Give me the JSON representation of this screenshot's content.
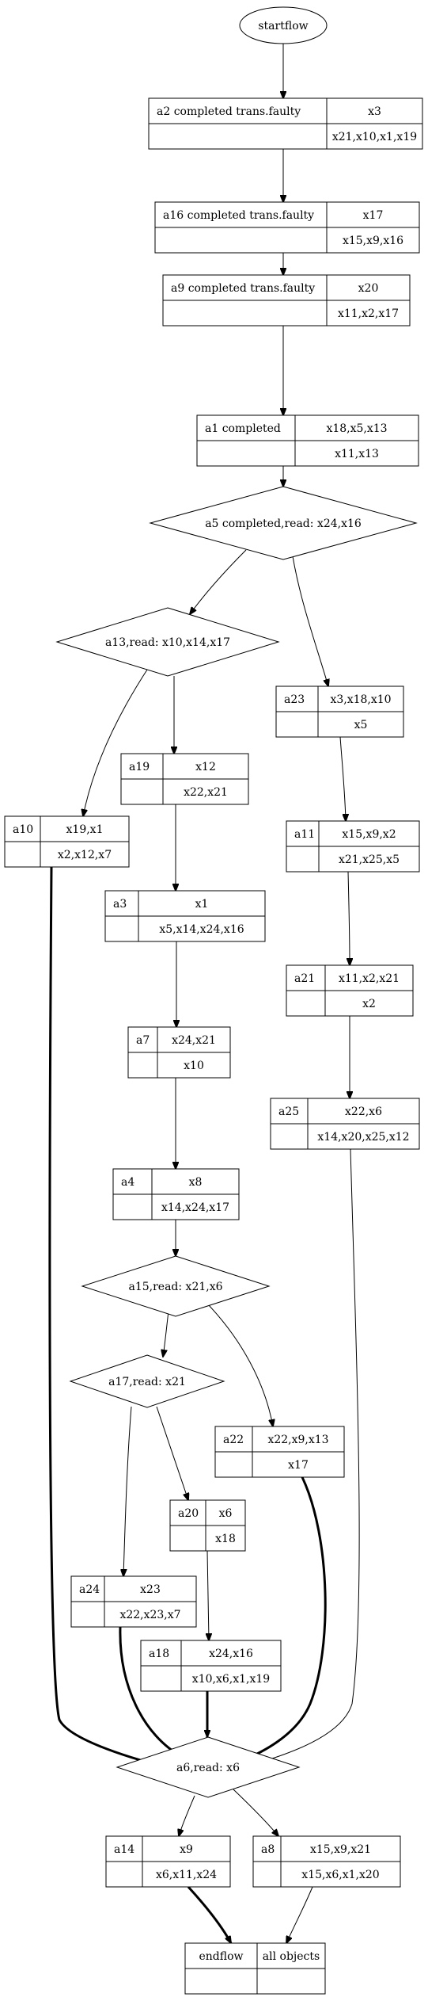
{
  "start": {
    "label": "startflow"
  },
  "nodes": {
    "a2": {
      "name": "a2 completed trans.faulty",
      "top": "x3",
      "bottom": "x21,x10,x1,x19"
    },
    "a16": {
      "name": "a16 completed trans.faulty",
      "top": "x17",
      "bottom": "x15,x9,x16"
    },
    "a9": {
      "name": "a9 completed trans.faulty",
      "top": "x20",
      "bottom": "x11,x2,x17"
    },
    "a1": {
      "name": "a1 completed",
      "top": "x18,x5,x13",
      "bottom": "x11,x13"
    },
    "a23": {
      "name": "a23",
      "top": "x3,x18,x10",
      "bottom": "x5"
    },
    "a19": {
      "name": "a19",
      "top": "x12",
      "bottom": "x22,x21"
    },
    "a10": {
      "name": "a10",
      "top": "x19,x1",
      "bottom": "x2,x12,x7"
    },
    "a11": {
      "name": "a11",
      "top": "x15,x9,x2",
      "bottom": "x21,x25,x5"
    },
    "a3": {
      "name": "a3",
      "top": "x1",
      "bottom": "x5,x14,x24,x16"
    },
    "a21": {
      "name": "a21",
      "top": "x11,x2,x21",
      "bottom": "x2"
    },
    "a7": {
      "name": "a7",
      "top": "x24,x21",
      "bottom": "x10"
    },
    "a25": {
      "name": "a25",
      "top": "x22,x6",
      "bottom": "x14,x20,x25,x12"
    },
    "a4": {
      "name": "a4",
      "top": "x8",
      "bottom": "x14,x24,x17"
    },
    "a22": {
      "name": "a22",
      "top": "x22,x9,x13",
      "bottom": "x17"
    },
    "a20": {
      "name": "a20",
      "top": "x6",
      "bottom": "x18"
    },
    "a24": {
      "name": "a24",
      "top": "x23",
      "bottom": "x22,x23,x7"
    },
    "a18": {
      "name": "a18",
      "top": "x24,x16",
      "bottom": "x10,x6,x1,x19"
    },
    "a14": {
      "name": "a14",
      "top": "x9",
      "bottom": "x6,x11,x24"
    },
    "a8": {
      "name": "a8",
      "top": "x15,x9,x21",
      "bottom": "x15,x6,x1,x20"
    }
  },
  "decisions": {
    "a5": {
      "label": "a5 completed,read: x24,x16"
    },
    "a13": {
      "label": "a13,read: x10,x14,x17"
    },
    "a15": {
      "label": "a15,read: x21,x6"
    },
    "a17": {
      "label": "a17,read: x21"
    },
    "a6": {
      "label": "a6,read: x6"
    }
  },
  "end": {
    "left": "endflow",
    "right": "all objects"
  },
  "edges": [
    {
      "from": "start",
      "to": "a2",
      "bold": false
    },
    {
      "from": "a2",
      "to": "a16",
      "bold": false
    },
    {
      "from": "a16",
      "to": "a9",
      "bold": false
    },
    {
      "from": "a9",
      "to": "a1",
      "bold": false
    },
    {
      "from": "a1",
      "to": "a5",
      "bold": false
    },
    {
      "from": "a5",
      "to": "a13",
      "bold": false
    },
    {
      "from": "a5",
      "to": "a23",
      "bold": false
    },
    {
      "from": "a13",
      "to": "a19",
      "bold": false
    },
    {
      "from": "a13",
      "to": "a10",
      "bold": false
    },
    {
      "from": "a23",
      "to": "a11",
      "bold": false
    },
    {
      "from": "a19",
      "to": "a3",
      "bold": false
    },
    {
      "from": "a11",
      "to": "a21",
      "bold": false
    },
    {
      "from": "a3",
      "to": "a7",
      "bold": false
    },
    {
      "from": "a21",
      "to": "a25",
      "bold": false
    },
    {
      "from": "a7",
      "to": "a4",
      "bold": false
    },
    {
      "from": "a4",
      "to": "a15",
      "bold": false
    },
    {
      "from": "a15",
      "to": "a17",
      "bold": false
    },
    {
      "from": "a15",
      "to": "a22",
      "bold": false
    },
    {
      "from": "a17",
      "to": "a24",
      "bold": false
    },
    {
      "from": "a17",
      "to": "a20",
      "bold": false
    },
    {
      "from": "a20",
      "to": "a18",
      "bold": false
    },
    {
      "from": "a10",
      "to": "a6",
      "bold": true
    },
    {
      "from": "a24",
      "to": "a6",
      "bold": true
    },
    {
      "from": "a18",
      "to": "a6",
      "bold": true
    },
    {
      "from": "a22",
      "to": "a6",
      "bold": true
    },
    {
      "from": "a25",
      "to": "a6",
      "bold": false
    },
    {
      "from": "a6",
      "to": "a14",
      "bold": false
    },
    {
      "from": "a6",
      "to": "a8",
      "bold": false
    },
    {
      "from": "a14",
      "to": "end",
      "bold": true
    },
    {
      "from": "a8",
      "to": "end",
      "bold": false
    }
  ]
}
